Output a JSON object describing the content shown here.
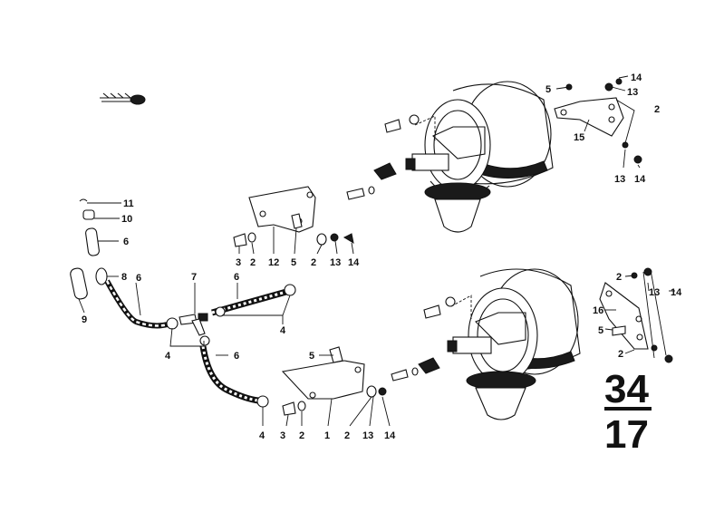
{
  "diagram": {
    "kind": "exploded parts diagram",
    "callouts": [
      {
        "id": "c11",
        "text": "11"
      },
      {
        "id": "c10",
        "text": "10"
      },
      {
        "id": "c6a",
        "text": "6"
      },
      {
        "id": "c8",
        "text": "8"
      },
      {
        "id": "c6b",
        "text": "6"
      },
      {
        "id": "c9",
        "text": "9"
      },
      {
        "id": "c7",
        "text": "7"
      },
      {
        "id": "c6c",
        "text": "6"
      },
      {
        "id": "c4a",
        "text": "4"
      },
      {
        "id": "c4b",
        "text": "4"
      },
      {
        "id": "c6d",
        "text": "6"
      },
      {
        "id": "c4c",
        "text": "4"
      },
      {
        "id": "c3a",
        "text": "3"
      },
      {
        "id": "c2a",
        "text": "2"
      },
      {
        "id": "c12",
        "text": "12"
      },
      {
        "id": "c5a",
        "text": "5"
      },
      {
        "id": "c2b",
        "text": "2"
      },
      {
        "id": "c13a",
        "text": "13"
      },
      {
        "id": "c14a",
        "text": "14"
      },
      {
        "id": "c5b",
        "text": "5"
      },
      {
        "id": "c3b",
        "text": "3"
      },
      {
        "id": "c2c",
        "text": "2"
      },
      {
        "id": "c1",
        "text": "1"
      },
      {
        "id": "c2d",
        "text": "2"
      },
      {
        "id": "c13b",
        "text": "13"
      },
      {
        "id": "c14b",
        "text": "14"
      },
      {
        "id": "c5c",
        "text": "5"
      },
      {
        "id": "c14c",
        "text": "14"
      },
      {
        "id": "c13c",
        "text": "13"
      },
      {
        "id": "c2e",
        "text": "2"
      },
      {
        "id": "c15",
        "text": "15"
      },
      {
        "id": "c13d",
        "text": "13"
      },
      {
        "id": "c14d",
        "text": "14"
      },
      {
        "id": "c2f",
        "text": "2"
      },
      {
        "id": "c13e",
        "text": "13"
      },
      {
        "id": "c14e",
        "text": "14"
      },
      {
        "id": "c16",
        "text": "16"
      },
      {
        "id": "c5d",
        "text": "5"
      },
      {
        "id": "c2g",
        "text": "2"
      }
    ],
    "group_number_top": "34",
    "group_number_bottom": "17"
  }
}
